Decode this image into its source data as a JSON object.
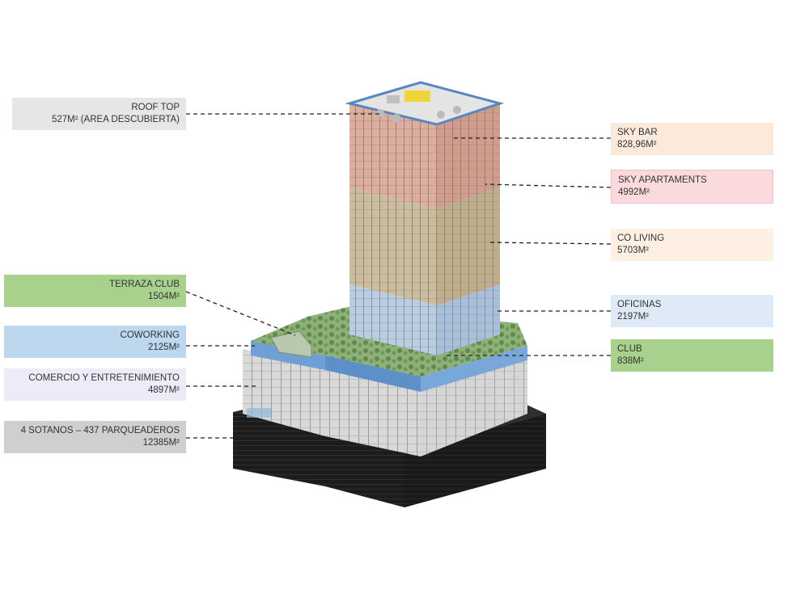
{
  "labels_left": [
    {
      "name": "roof-top",
      "line1": "ROOF TOP",
      "line2": "527M² (AREA DESCUBIERTA)",
      "color": "#e6e6e6"
    },
    {
      "name": "terraza-club",
      "line1": "TERRAZA CLUB",
      "line2": "1504M²",
      "color": "#a9d18e"
    },
    {
      "name": "coworking",
      "line1": "COWORKING",
      "line2": "2125M²",
      "color": "#bdd7ee"
    },
    {
      "name": "comercio",
      "line1": "COMERCIO Y ENTRETENIMIENTO",
      "line2": "4897M²",
      "color": "#eeeaf7"
    },
    {
      "name": "sotanos",
      "line1": "4 SOTANOS – 437 PARQUEADEROS",
      "line2": "12385M²",
      "color": "#d0cece"
    }
  ],
  "labels_right": [
    {
      "name": "sky-bar",
      "line1": "SKY BAR",
      "line2": "828,96M²",
      "color": "#fbe9dc"
    },
    {
      "name": "sky-apartaments",
      "line1": "SKY APARTAMENTS",
      "line2": "4992M²",
      "color": "#fadadd"
    },
    {
      "name": "co-living",
      "line1": "CO LIVING",
      "line2": "5703M²",
      "color": "#fdf0e3"
    },
    {
      "name": "oficinas",
      "line1": "OFICINAS",
      "line2": "2197M²",
      "color": "#deebf7"
    },
    {
      "name": "club",
      "line1": "CLUB",
      "line2": "838M²",
      "color": "#a9d18e"
    }
  ]
}
